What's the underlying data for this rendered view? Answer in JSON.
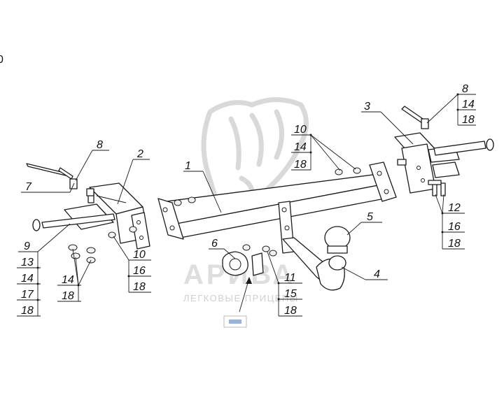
{
  "watermark": {
    "brand": "АРИВА",
    "tagline": "ЛЕГКОВЫЕ ПРИЦЕПЫ"
  },
  "corner_mark": "0",
  "callouts": [
    {
      "id": "c1",
      "text": "1"
    },
    {
      "id": "c2",
      "text": "2"
    },
    {
      "id": "c3",
      "text": "3"
    },
    {
      "id": "c4",
      "text": "4"
    },
    {
      "id": "c5",
      "text": "5"
    },
    {
      "id": "c6",
      "text": "6"
    },
    {
      "id": "c7",
      "text": "7"
    },
    {
      "id": "c8a",
      "text": "8"
    },
    {
      "id": "c8b",
      "text": "8"
    },
    {
      "id": "c9",
      "text": "9"
    },
    {
      "id": "c10a",
      "text": "10"
    },
    {
      "id": "c10b",
      "text": "10"
    },
    {
      "id": "c11",
      "text": "11"
    },
    {
      "id": "c12",
      "text": "12"
    }
  ],
  "stacks": {
    "left_a": [
      "13",
      "14",
      "17",
      "18"
    ],
    "left_b": [
      "14",
      "18"
    ],
    "left_c": [
      "16",
      "18"
    ],
    "top_mid": [
      "14",
      "18"
    ],
    "top_right": [
      "14",
      "18"
    ],
    "right_low": [
      "16",
      "18"
    ],
    "mid_low": [
      "15",
      "18"
    ]
  }
}
